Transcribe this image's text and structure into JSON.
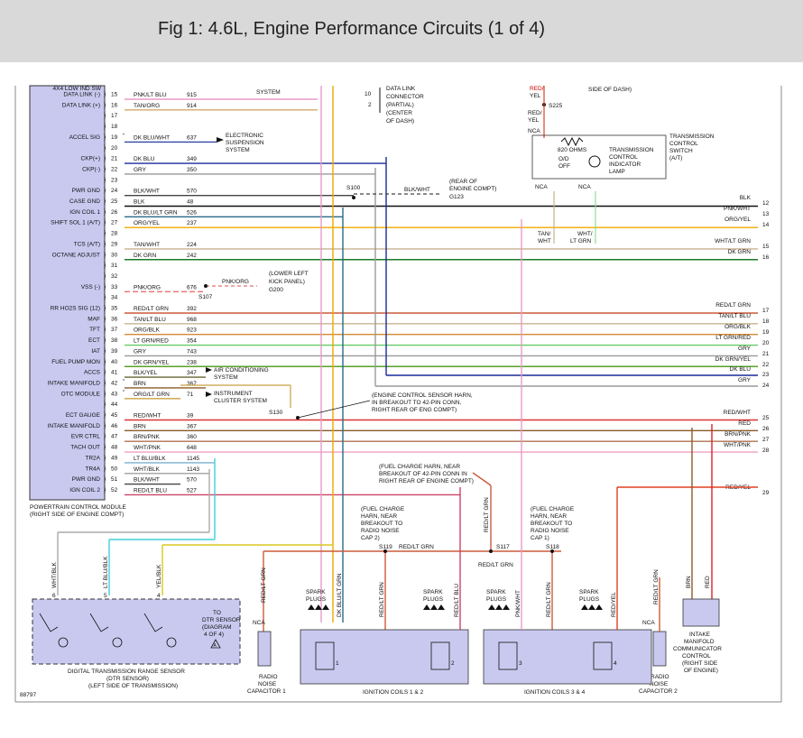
{
  "title": "Fig 1: 4.6L, Engine Performance Circuits (1 of 4)",
  "colors": {
    "pcm_fill": "#c9c9f0",
    "coil_fill": "#c9c9f0",
    "title_bg": "#d9d9d9"
  },
  "pcm": {
    "label1": "POWERTRAIN CONTROL MODULE",
    "label2": "(RIGHT SIDE OF ENGINE COMPT)",
    "top_cut": "4X4 LOW IND SW",
    "pins": [
      {
        "label": "DATA LINK (-)",
        "pin": "15",
        "wire": "PNK/LT BLU",
        "circuit": "915",
        "color": "#e89ac8",
        "mark": ""
      },
      {
        "label": "DATA LINK (+)",
        "pin": "16",
        "wire": "TAN/ORG",
        "circuit": "914",
        "color": "#d4a96a",
        "mark": ""
      },
      {
        "label": "",
        "pin": "17",
        "wire": "",
        "circuit": "",
        "color": "",
        "mark": ""
      },
      {
        "label": "",
        "pin": "18",
        "wire": "",
        "circuit": "",
        "color": "",
        "mark": ""
      },
      {
        "label": "ACCEL SIG",
        "pin": "19",
        "wire": "DK BLU/WHT",
        "circuit": "637",
        "color": "#3344aa",
        "mark": "*"
      },
      {
        "label": "",
        "pin": "20",
        "wire": "",
        "circuit": "",
        "color": "",
        "mark": ""
      },
      {
        "label": "CKP(+)",
        "pin": "21",
        "wire": "DK BLU",
        "circuit": "349",
        "color": "#1a2a99",
        "mark": ""
      },
      {
        "label": "CKP(-)",
        "pin": "22",
        "wire": "GRY",
        "circuit": "350",
        "color": "#999999",
        "mark": ""
      },
      {
        "label": "",
        "pin": "23",
        "wire": "",
        "circuit": "",
        "color": "",
        "mark": ""
      },
      {
        "label": "PWR GND",
        "pin": "24",
        "wire": "BLK/WHT",
        "circuit": "570",
        "color": "#444444",
        "mark": ""
      },
      {
        "label": "CASE GND",
        "pin": "25",
        "wire": "BLK",
        "circuit": "48",
        "color": "#111111",
        "mark": ""
      },
      {
        "label": "IGN COIL 1",
        "pin": "26",
        "wire": "DK BLU/LT GRN",
        "circuit": "526",
        "color": "#2a6a8a",
        "mark": ""
      },
      {
        "label": "SHIFT SOL 1 (A/T)",
        "pin": "27",
        "wire": "ORG/YEL",
        "circuit": "237",
        "color": "#f0a800",
        "mark": ""
      },
      {
        "label": "",
        "pin": "28",
        "wire": "",
        "circuit": "",
        "color": "",
        "mark": ""
      },
      {
        "label": "TCS (A/T)",
        "pin": "29",
        "wire": "TAN/WHT",
        "circuit": "224",
        "color": "#c8b090",
        "mark": ""
      },
      {
        "label": "OCTANE ADJUST",
        "pin": "30",
        "wire": "DK GRN",
        "circuit": "242",
        "color": "#1a7a2a",
        "mark": ""
      },
      {
        "label": "",
        "pin": "31",
        "wire": "",
        "circuit": "",
        "color": "",
        "mark": ""
      },
      {
        "label": "",
        "pin": "32",
        "wire": "",
        "circuit": "",
        "color": "",
        "mark": ""
      },
      {
        "label": "VSS (-)",
        "pin": "33",
        "wire": "PNK/ORG",
        "circuit": "676",
        "color": "#e87070",
        "mark": ""
      },
      {
        "label": "",
        "pin": "34",
        "wire": "",
        "circuit": "",
        "color": "",
        "mark": ""
      },
      {
        "label": "RR HO2S SIG (12)",
        "pin": "35",
        "wire": "RED/LT GRN",
        "circuit": "392",
        "color": "#cc5a3a",
        "mark": ""
      },
      {
        "label": "MAF",
        "pin": "36",
        "wire": "TAN/LT BLU",
        "circuit": "968",
        "color": "#c8b48c",
        "mark": ""
      },
      {
        "label": "TFT",
        "pin": "37",
        "wire": "ORG/BLK",
        "circuit": "923",
        "color": "#d08a30",
        "mark": ""
      },
      {
        "label": "ECT",
        "pin": "38",
        "wire": "LT GRN/RED",
        "circuit": "354",
        "color": "#66cc66",
        "mark": ""
      },
      {
        "label": "IAT",
        "pin": "39",
        "wire": "GRY",
        "circuit": "743",
        "color": "#999999",
        "mark": ""
      },
      {
        "label": "FUEL PUMP MON",
        "pin": "40",
        "wire": "DK GRN/YEL",
        "circuit": "238",
        "color": "#5aa02a",
        "mark": ""
      },
      {
        "label": "ACCS",
        "pin": "41",
        "wire": "BLK/YEL",
        "circuit": "347",
        "color": "#666633",
        "mark": ""
      },
      {
        "label": "INTAKE MANIFOLD",
        "pin": "42",
        "wire": "BRN",
        "circuit": "367",
        "color": "#8a5a2a",
        "mark": "*"
      },
      {
        "label": "OTC MODULE",
        "pin": "43",
        "wire": "ORG/LT GRN",
        "circuit": "71",
        "color": "#c8a040",
        "mark": "*"
      },
      {
        "label": "",
        "pin": "44",
        "wire": "",
        "circuit": "",
        "color": "",
        "mark": ""
      },
      {
        "label": "ECT GAUGE",
        "pin": "45",
        "wire": "RED/WHT",
        "circuit": "39",
        "color": "#dd3333",
        "mark": ""
      },
      {
        "label": "INTAKE MANIFOLD",
        "pin": "46",
        "wire": "BRN",
        "circuit": "367",
        "color": "#8a5a2a",
        "mark": ""
      },
      {
        "label": "EVR CTRL",
        "pin": "47",
        "wire": "BRN/PNK",
        "circuit": "360",
        "color": "#b07050",
        "mark": ""
      },
      {
        "label": "TACH OUT",
        "pin": "48",
        "wire": "WHT/PNK",
        "circuit": "648",
        "color": "#f0a0c0",
        "mark": ""
      },
      {
        "label": "TR2A",
        "pin": "49",
        "wire": "LT BLU/BLK",
        "circuit": "1145",
        "color": "#7ab0d0",
        "mark": ""
      },
      {
        "label": "TR4A",
        "pin": "50",
        "wire": "WHT/BLK",
        "circuit": "1143",
        "color": "#aaaaaa",
        "mark": ""
      },
      {
        "label": "PWR GND",
        "pin": "51",
        "wire": "BLK/WHT",
        "circuit": "570",
        "color": "#444444",
        "mark": ""
      },
      {
        "label": "IGN COIL 2",
        "pin": "52",
        "wire": "RED/LT BLU",
        "circuit": "527",
        "color": "#cc4466",
        "mark": ""
      }
    ]
  },
  "right_wires": [
    {
      "num": "12",
      "label": "BLK",
      "color": "#111111"
    },
    {
      "num": "13",
      "label": "PNK/WHT",
      "color": "#e89ac8"
    },
    {
      "num": "14",
      "label": "ORG/YEL",
      "color": "#f0a800"
    },
    {
      "num": "15",
      "label": "WHT/LT GRN",
      "color": "#8fe08f"
    },
    {
      "num": "16",
      "label": "DK GRN",
      "color": "#1a7a2a"
    },
    {
      "num": "17",
      "label": "RED/LT GRN",
      "color": "#cc5a3a"
    },
    {
      "num": "18",
      "label": "TAN/LT BLU",
      "color": "#c8b48c"
    },
    {
      "num": "19",
      "label": "ORG/BLK",
      "color": "#d08a30"
    },
    {
      "num": "20",
      "label": "LT GRN/RED",
      "color": "#66cc66"
    },
    {
      "num": "21",
      "label": "GRY",
      "color": "#999999"
    },
    {
      "num": "22",
      "label": "DK GRN/YEL",
      "color": "#5aa02a"
    },
    {
      "num": "23",
      "label": "DK BLU",
      "color": "#1a2a99"
    },
    {
      "num": "24",
      "label": "GRY",
      "color": "#999999"
    },
    {
      "num": "25",
      "label": "RED/WHT",
      "color": "#dd3333"
    },
    {
      "num": "26",
      "label": "RED",
      "color": "#dd2222"
    },
    {
      "num": "27",
      "label": "BRN/PNK",
      "color": "#b07050"
    },
    {
      "num": "28",
      "label": "WHT/PNK",
      "color": "#f0a0c0"
    },
    {
      "num": "29",
      "label": "RED/YEL",
      "color": "#e04020"
    }
  ],
  "notes": {
    "system": "SYSTEM",
    "dlc_pins": [
      "10",
      "2"
    ],
    "dlc": [
      "DATA LINK",
      "CONNECTOR",
      "(PARTIAL)",
      "(CENTER",
      "OF DASH)"
    ],
    "esusp": [
      "ELECTRONIC",
      "SUSPENSION",
      "SYSTEM"
    ],
    "s100": "S100",
    "g123_wire": "BLK/WHT",
    "g123": [
      "(REAR OF",
      "ENGINE COMPT)",
      "G123"
    ],
    "kick": [
      "(LOWER LEFT",
      "KICK PANEL)",
      "G200"
    ],
    "s107": "S107",
    "g200_wire": "PNK/ORG",
    "ac": [
      "AIR CONDITIONING",
      "SYSTEM"
    ],
    "cluster": [
      "INSTRUMENT",
      "CLUSTER SYSTEM"
    ],
    "s130": "S130",
    "ecs": [
      "(ENGINE CONTROL SENSOR HARN,",
      "IN BREAKOUT TO 42-PIN CONN,",
      "RIGHT REAR OF ENG COMPT)"
    ],
    "fch": [
      "(FUEL CHARGE HARN, NEAR",
      "BREAKOUT OF 42-PIN CONN IN",
      "RIGHT REAR OF ENGINE COMPT)"
    ],
    "fch2": [
      "(FUEL CHARGE",
      "HARN, NEAR",
      "BREAKOUT TO",
      "RADIO NOISE",
      "CAP 2)"
    ],
    "fch1": [
      "(FUEL CHARGE",
      "HARN, NEAR",
      "BREAKOUT TO",
      "RADIO NOISE",
      "CAP 1)"
    ],
    "s119": "S119",
    "s119_wire": "RED/LT GRN",
    "s117": "S117",
    "s118": "S118",
    "s117_wire": "RED/LT GRN",
    "dash_top": "SIDE OF DASH)",
    "s225": "S225",
    "red_yel": [
      "RED/",
      "YEL"
    ],
    "red_yel2": [
      "RED/",
      "YEL"
    ],
    "nca": "NCA",
    "ohms": "820 OHMS",
    "od": [
      "O/D",
      "OFF"
    ],
    "tcil": [
      "TRANSMISSION",
      "CONTROL",
      "INDICATOR",
      "LAMP"
    ],
    "tcs": [
      "TRANSMISSION",
      "CONTROL",
      "SWITCH",
      "(A/T)"
    ],
    "tan_wht": [
      "TAN/",
      "WHT"
    ],
    "wht_ltgrn": [
      "WHT/",
      "LT GRN"
    ],
    "spark": [
      "SPARK",
      "PLUGS"
    ],
    "coils12": "IGNITION COILS 1 & 2",
    "coils34": "IGNITION COILS 3 & 4",
    "rnc1": [
      "RADIO",
      "NOISE",
      "CAPACITOR 1"
    ],
    "rnc2": [
      "RADIO",
      "NOISE",
      "CAPACITOR 2"
    ],
    "imc": [
      "INTAKE",
      "MANIFOLD",
      "COMMUNICATOR",
      "CONTROL",
      "(RIGHT SIDE",
      "OF ENGINE)"
    ],
    "dtr": [
      "DIGITAL TRANSMISSION RANGE SENSOR",
      "(DTR SENSOR)",
      "(LEFT SIDE OF TRANSMISSION)"
    ],
    "dtr_to": [
      "TO",
      "DTR SENSOR",
      "(DIAGRAM",
      "4 OF 4)"
    ],
    "dtr_a": "A",
    "dtr_pins": [
      "6",
      "5",
      "4"
    ],
    "dtr_wires": [
      "WHT/BLK",
      "LT BLU/BLK",
      "YEL/BLK"
    ],
    "coil_wires": [
      "DK BLU/LT GRN",
      "RED/LT GRN",
      "RED/LT BLU",
      "PNK/WHT",
      "RED/LT GRN",
      "RED/YEL",
      "RED/LT GRN",
      "BRN",
      "RED"
    ],
    "coil_nums": [
      "1",
      "2",
      "3",
      "4"
    ],
    "fig_id": "88797"
  }
}
